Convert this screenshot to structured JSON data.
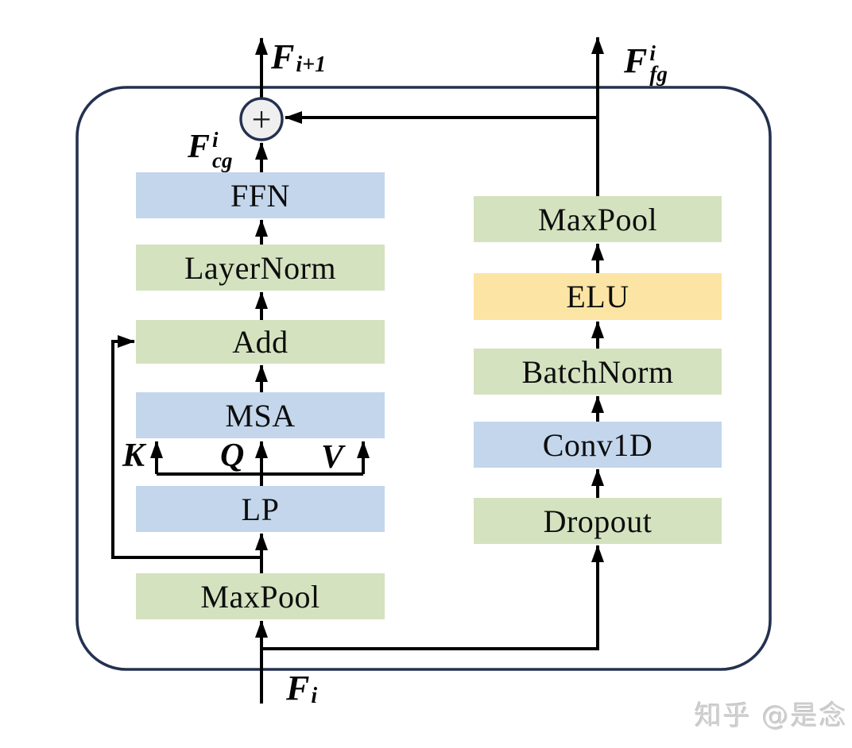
{
  "diagram": {
    "watermark": "知乎 @是念",
    "sum_symbol": "+",
    "io_labels": {
      "output_next": {
        "base": "F",
        "sub": "i+1"
      },
      "coarse_grained": {
        "base": "F",
        "sup": "i",
        "sub": "cg"
      },
      "fine_grained": {
        "base": "F",
        "sup": "i",
        "sub": "fg"
      },
      "input": {
        "base": "F",
        "sub": "i"
      }
    },
    "attention_labels": {
      "k": "K",
      "q": "Q",
      "v": "V"
    },
    "left_branch": {
      "boxes": [
        {
          "label": "FFN",
          "color": "#c3d6ec"
        },
        {
          "label": "LayerNorm",
          "color": "#d4e2bf"
        },
        {
          "label": "Add",
          "color": "#d4e2bf"
        },
        {
          "label": "MSA",
          "color": "#c3d6ec"
        },
        {
          "label": "LP",
          "color": "#c3d6ec"
        },
        {
          "label": "MaxPool",
          "color": "#d4e2bf"
        }
      ]
    },
    "right_branch": {
      "boxes": [
        {
          "label": "MaxPool",
          "color": "#d4e2bf"
        },
        {
          "label": "ELU",
          "color": "#fce5a4"
        },
        {
          "label": "BatchNorm",
          "color": "#d4e2bf"
        },
        {
          "label": "Conv1D",
          "color": "#c3d6ec"
        },
        {
          "label": "Dropout",
          "color": "#d4e2bf"
        }
      ]
    },
    "colors": {
      "box_blue": "#c3d6ec",
      "box_green": "#d4e2bf",
      "box_yellow": "#fce5a4",
      "outline_navy": "#24314f",
      "sum_circle_fill": "#efefef",
      "arrow_black": "#000000",
      "watermark_gray": "#d0d0d0"
    }
  }
}
